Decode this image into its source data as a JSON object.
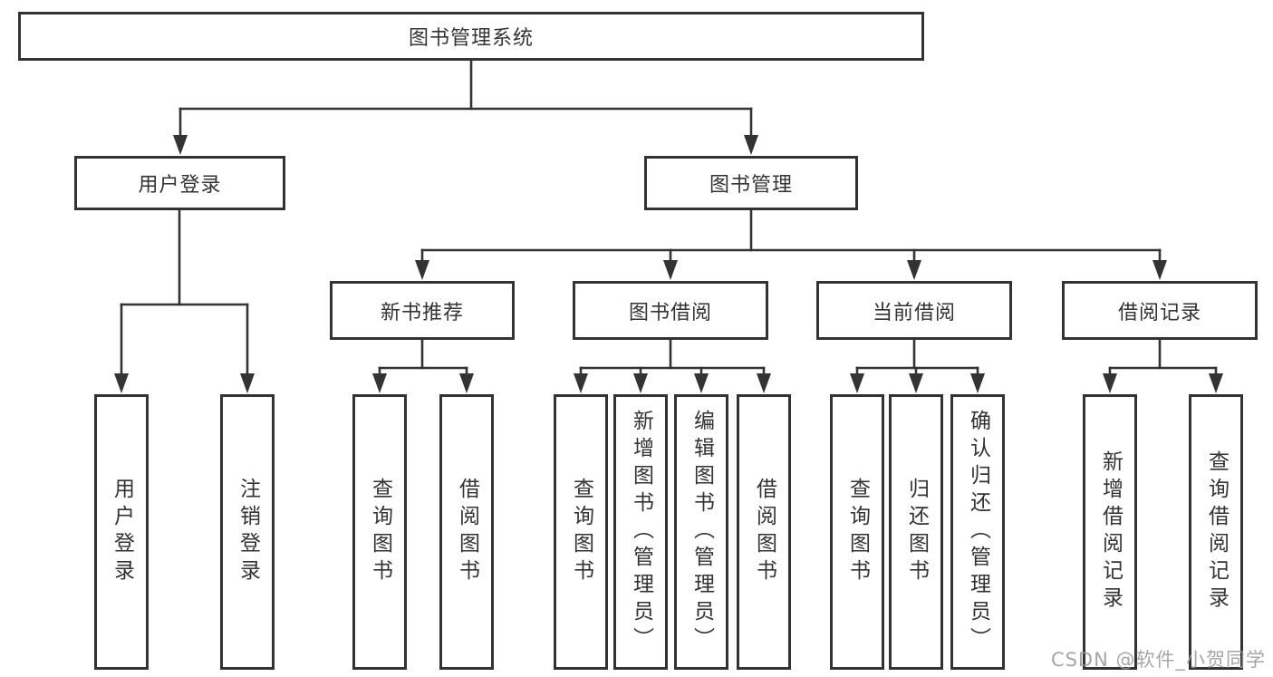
{
  "diagram": {
    "type": "hierarchy-tree",
    "nodes": {
      "root": {
        "label": "图书管理系统"
      },
      "user_login": {
        "label": "用户登录"
      },
      "book_management": {
        "label": "图书管理"
      },
      "new_book_recommendation": {
        "label": "新书推荐"
      },
      "book_borrowing": {
        "label": "图书借阅"
      },
      "current_borrowing": {
        "label": "当前借阅"
      },
      "borrowing_records": {
        "label": "借阅记录"
      },
      "leaf_user_login": {
        "label": "用户登录"
      },
      "leaf_logout": {
        "label": "注销登录"
      },
      "leaf_query_books_1": {
        "label": "查询图书"
      },
      "leaf_borrow_books_1": {
        "label": "借阅图书"
      },
      "leaf_query_books_2": {
        "label": "查询图书"
      },
      "leaf_add_book_admin": {
        "label": "新增图书（管理员）"
      },
      "leaf_edit_book_admin": {
        "label": "编辑图书（管理员）"
      },
      "leaf_borrow_books_2": {
        "label": "借阅图书"
      },
      "leaf_query_books_3": {
        "label": "查询图书"
      },
      "leaf_return_books": {
        "label": "归还图书"
      },
      "leaf_confirm_return_admin": {
        "label": "确认归还（管理员）"
      },
      "leaf_add_borrow_record": {
        "label": "新增借阅记录"
      },
      "leaf_query_borrow_record": {
        "label": "查询借阅记录"
      }
    },
    "edges": [
      [
        "root",
        "user_login"
      ],
      [
        "root",
        "book_management"
      ],
      [
        "user_login",
        "leaf_user_login"
      ],
      [
        "user_login",
        "leaf_logout"
      ],
      [
        "book_management",
        "new_book_recommendation"
      ],
      [
        "book_management",
        "book_borrowing"
      ],
      [
        "book_management",
        "current_borrowing"
      ],
      [
        "book_management",
        "borrowing_records"
      ],
      [
        "new_book_recommendation",
        "leaf_query_books_1"
      ],
      [
        "new_book_recommendation",
        "leaf_borrow_books_1"
      ],
      [
        "book_borrowing",
        "leaf_query_books_2"
      ],
      [
        "book_borrowing",
        "leaf_add_book_admin"
      ],
      [
        "book_borrowing",
        "leaf_edit_book_admin"
      ],
      [
        "book_borrowing",
        "leaf_borrow_books_2"
      ],
      [
        "current_borrowing",
        "leaf_query_books_3"
      ],
      [
        "current_borrowing",
        "leaf_return_books"
      ],
      [
        "current_borrowing",
        "leaf_confirm_return_admin"
      ],
      [
        "borrowing_records",
        "leaf_add_borrow_record"
      ],
      [
        "borrowing_records",
        "leaf_query_borrow_record"
      ]
    ],
    "colors": {
      "line": "#333333",
      "text": "#333333",
      "background": "#ffffff",
      "watermark": "#969696"
    }
  },
  "watermark": {
    "text": "CSDN @软件_小贺同学"
  }
}
